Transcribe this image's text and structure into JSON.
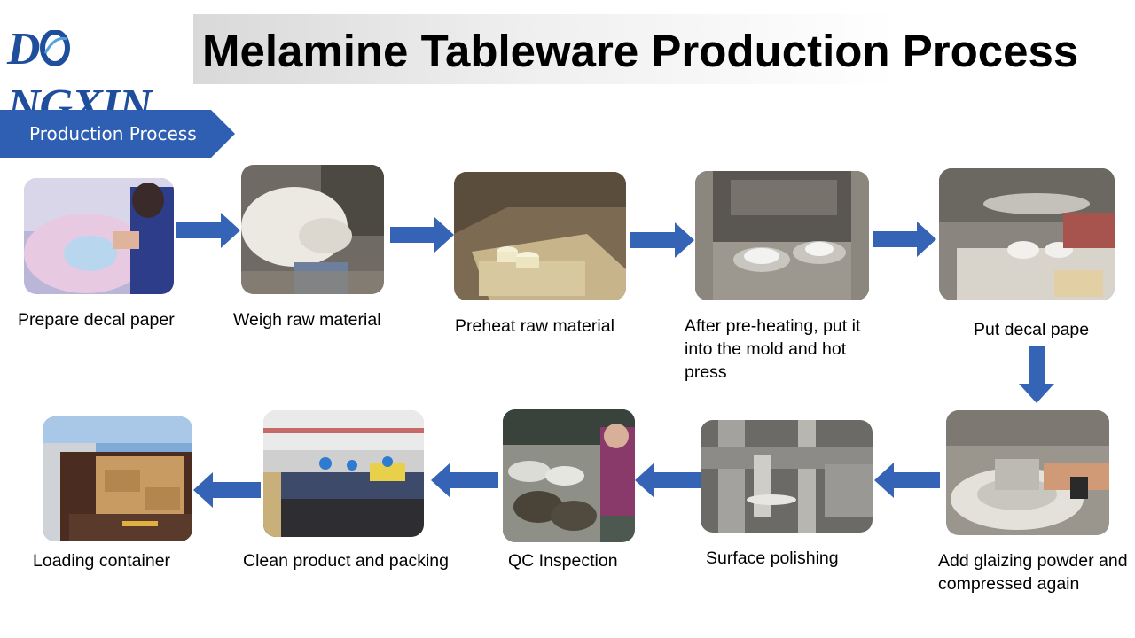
{
  "brand": {
    "logo_text": "DONGXIN",
    "color": "#1f4e9c"
  },
  "title": "Melamine Tableware Production Process",
  "section_tag": "Production Process",
  "colors": {
    "accent": "#2f5fb3",
    "arrow": "#3563b5"
  },
  "steps": [
    {
      "label": "Prepare decal paper",
      "icon": "decal-paper-photo"
    },
    {
      "label": "Weigh raw material",
      "icon": "raw-material-bag-photo"
    },
    {
      "label": "Preheat raw material",
      "icon": "preheat-oven-photo"
    },
    {
      "label": "After pre-heating, put it into the mold and hot press",
      "icon": "hot-press-mold-photo"
    },
    {
      "label": "Put decal pape",
      "icon": "decal-press-photo"
    },
    {
      "label": "Add glaizing powder and compressed again",
      "icon": "glazing-powder-photo"
    },
    {
      "label": "Surface polishing",
      "icon": "polishing-machine-photo"
    },
    {
      "label": "QC Inspection",
      "icon": "qc-inspection-photo"
    },
    {
      "label": "Clean product and packing",
      "icon": "packing-line-photo"
    },
    {
      "label": "Loading container",
      "icon": "container-loading-photo"
    }
  ]
}
